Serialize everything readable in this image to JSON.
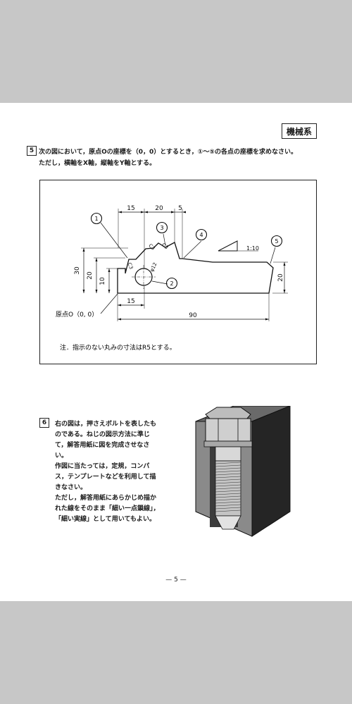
{
  "header": {
    "category": "機械系"
  },
  "q5": {
    "number": "5",
    "line1": "次の図において，原点Oの座標を（0，0）とするとき，①〜⑤の各点の座標を求めなさい。",
    "line2": "ただし，横軸をX軸，縦軸をY軸とする。",
    "figure": {
      "dim_15_top": "15",
      "dim_20_top": "20",
      "dim_5_top": "5",
      "dim_30": "30",
      "dim_20_left": "20",
      "dim_10": "10",
      "dim_15_bottom": "15",
      "dim_90": "90",
      "dim_20_right": "20",
      "taper": "1:10",
      "c3_a": "C3",
      "c3_b": "C3",
      "c3_c": "C3",
      "phi": "φ12",
      "p1": "1",
      "p2": "2",
      "p3": "3",
      "p4": "4",
      "p5": "5",
      "origin": "原点O（0, 0）",
      "note": "注．指示のない丸みの寸法はR5とする。"
    }
  },
  "q6": {
    "number": "6",
    "paragraphs": [
      "右の図は，押さえボルトを表したものである。ねじの図示方法に準じて，解答用紙に図を完成させなさい。",
      "作図に当たっては，定規，コンパス，テンプレートなどを利用して描きなさい。",
      "ただし，解答用紙にあらかじめ描かれた線をそのまま「細い一点鎖線」，「細い実線」として用いてもよい。"
    ]
  },
  "footer": {
    "page": "— 5 —"
  }
}
